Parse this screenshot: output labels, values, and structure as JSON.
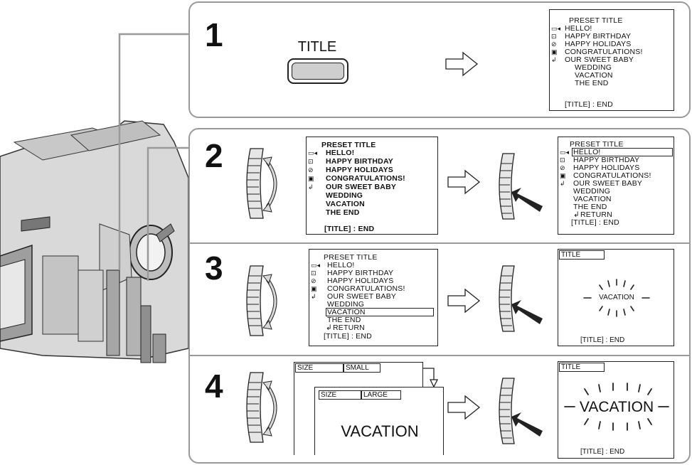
{
  "title_button": {
    "label": "TITLE"
  },
  "steps": [
    "1",
    "2",
    "3",
    "4"
  ],
  "menu": {
    "header": "PRESET TITLE",
    "items": [
      "HELLO!",
      "HAPPY BIRTHDAY",
      "HAPPY HOLIDAYS",
      "CONGRATULATIONS!",
      "OUR SWEET BABY",
      "WEDDING",
      "VACATION",
      "THE END"
    ],
    "return_label": "RETURN",
    "footer": "[TITLE] : END"
  },
  "title_screen": {
    "label": "TITLE",
    "text": "VACATION",
    "footer": "[TITLE] : END"
  },
  "size_small": {
    "label": "SIZE",
    "value": "SMALL"
  },
  "size_large": {
    "label": "SIZE",
    "value": "LARGE",
    "text": "VACATION"
  },
  "colors": {
    "panel_border": "#9a9a9a",
    "ink": "#111111",
    "dial": "#e6e6e6"
  }
}
